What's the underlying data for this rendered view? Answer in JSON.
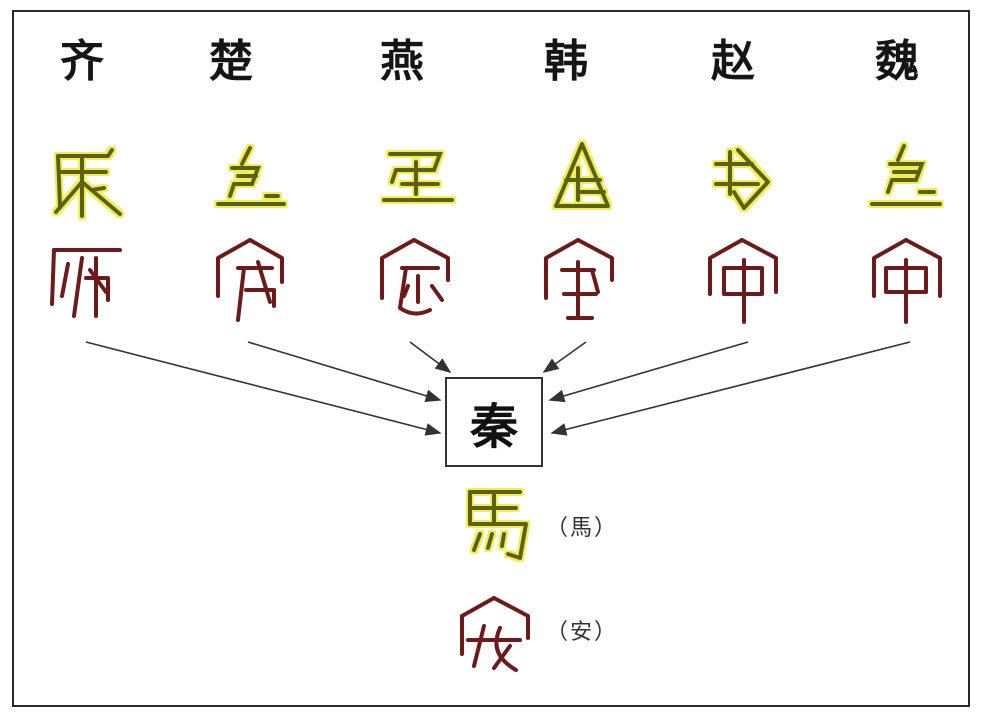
{
  "states": [
    {
      "name": "齐",
      "horse_glyph_icon": "qi-horse-seal-glyph",
      "an_glyph_icon": "qi-an-seal-glyph"
    },
    {
      "name": "楚",
      "horse_glyph_icon": "chu-horse-seal-glyph",
      "an_glyph_icon": "chu-an-seal-glyph"
    },
    {
      "name": "燕",
      "horse_glyph_icon": "yan-horse-seal-glyph",
      "an_glyph_icon": "yan-an-seal-glyph"
    },
    {
      "name": "韩",
      "horse_glyph_icon": "han-horse-seal-glyph",
      "an_glyph_icon": "han-an-seal-glyph"
    },
    {
      "name": "赵",
      "horse_glyph_icon": "zhao-horse-seal-glyph",
      "an_glyph_icon": "zhao-an-seal-glyph"
    },
    {
      "name": "魏",
      "horse_glyph_icon": "wei-horse-seal-glyph",
      "an_glyph_icon": "wei-an-seal-glyph"
    }
  ],
  "center": {
    "label": "秦"
  },
  "results": {
    "horse_note": "（馬）",
    "an_note": "（安）"
  },
  "colors": {
    "horse_glyph": "#5f5e14",
    "horse_glow": "#eef05a",
    "an_glyph": "#6d1a1a",
    "arrow": "#333333",
    "border": "#2a2a2a"
  }
}
